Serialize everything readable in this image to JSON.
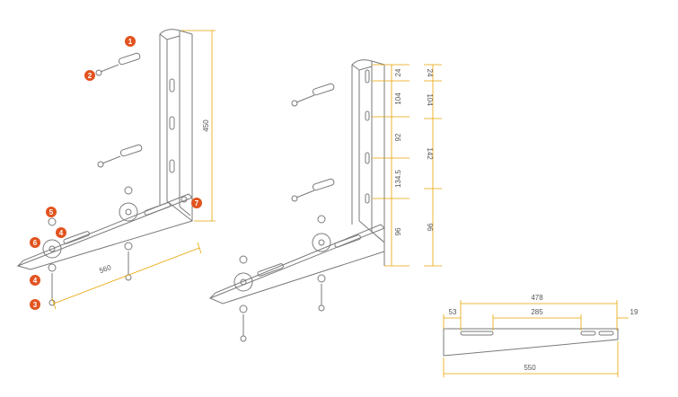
{
  "colors": {
    "line": "#7a7a7a",
    "dimension": "#e8a200",
    "callout": "#e2531f",
    "part_fill": "#ffffff"
  },
  "callouts": [
    "1",
    "2",
    "3",
    "4",
    "4",
    "5",
    "6",
    "7"
  ],
  "dimensions": {
    "left_bracket": {
      "height": "450",
      "arm_length": "560"
    },
    "middle_bracket": {
      "seg_1": "24",
      "seg_2": "104",
      "seg_3": "92",
      "seg_4": "134.5",
      "seg_5": "96",
      "right_1": "24",
      "right_2": "104",
      "right_3": "142",
      "right_4": "96"
    },
    "arm_detail": {
      "total_slot": "478",
      "left_offset": "53",
      "center_slot": "285",
      "right_offset": "19",
      "overall_length": "550"
    }
  }
}
